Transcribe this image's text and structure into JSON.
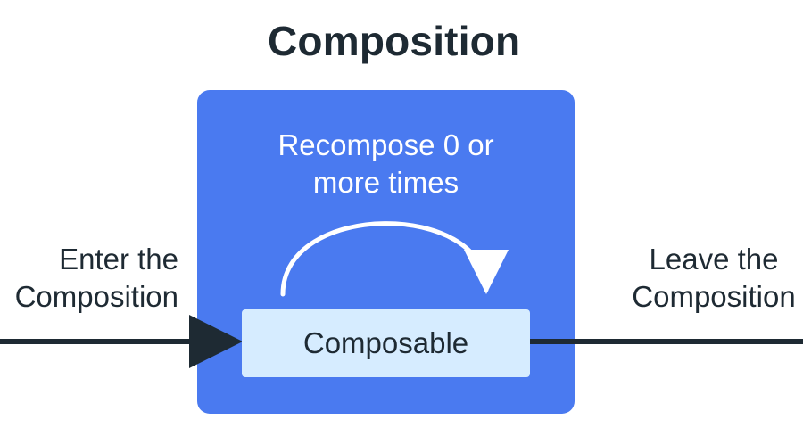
{
  "title": "Composition",
  "composition": {
    "loop_label": "Recompose 0 or more times",
    "composable_label": "Composable"
  },
  "enter": {
    "line1": "Enter the",
    "line2": "Composition"
  },
  "leave": {
    "line1": "Leave the",
    "line2": "Composition"
  },
  "colors": {
    "composition_box": "#4a7af0",
    "composable_box": "#d6ecff",
    "text_dark": "#1e2a33",
    "text_light": "#ffffff"
  }
}
